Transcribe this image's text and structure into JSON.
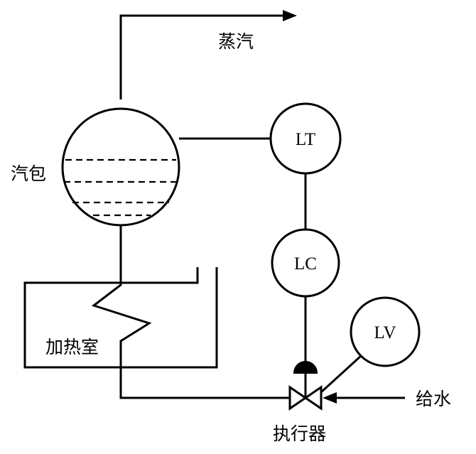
{
  "labels": {
    "steam": "蒸汽",
    "drum": "汽包",
    "heating_chamber": "加热室",
    "actuator": "执行器",
    "feedwater": "给水"
  },
  "instruments": {
    "level_transmitter": "LT",
    "level_controller": "LC",
    "level_valve": "LV"
  }
}
